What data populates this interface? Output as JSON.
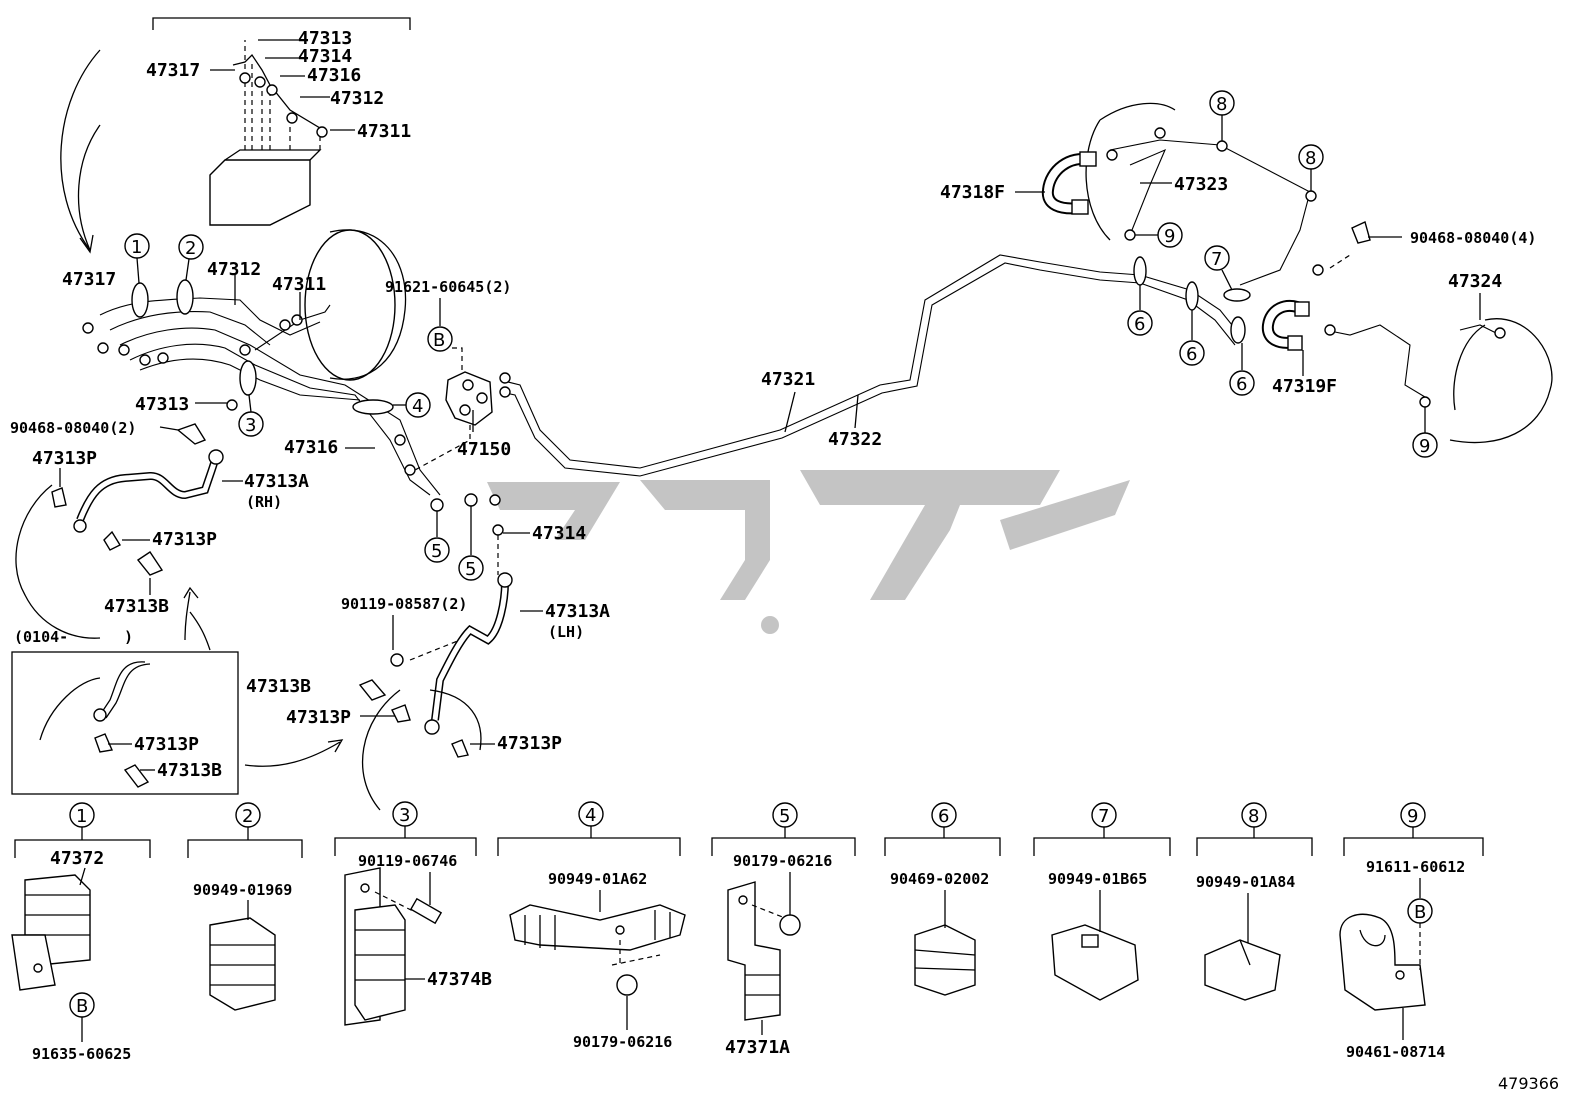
{
  "labels": {
    "abs_47313": "47313",
    "abs_47314": "47314",
    "abs_47317": "47317",
    "abs_47316": "47316",
    "abs_47312": "47312",
    "abs_47311": "47311",
    "l_47317": "47317",
    "l_47312": "47312",
    "l_47311": "47311",
    "l_91621": "91621-60645(2)",
    "l_47313": "47313",
    "l_90468a": "90468-08040(2)",
    "l_47316": "47316",
    "l_47150": "47150",
    "l_47313P_1": "47313P",
    "l_47313A_rh": "47313A",
    "rh": "(RH)",
    "l_47313P_2": "47313P",
    "l_47313B_1": "47313B",
    "l_0104": "(0104-",
    "l_0104_close": ")",
    "l_47313P_3": "47313P",
    "l_47313B_2": "47313B",
    "l_47314": "47314",
    "l_90119a": "90119-08587(2)",
    "l_47313A_lh": "47313A",
    "lh": "(LH)",
    "l_47313B_3": "47313B",
    "l_47313P_4": "47313P",
    "l_47313P_5": "47313P",
    "l_47321": "47321",
    "l_47322": "47322",
    "l_47318F": "47318F",
    "l_47323": "47323",
    "l_90468b": "90468-08040(4)",
    "l_47324": "47324",
    "l_47319F": "47319F",
    "d1_part": "47372",
    "d1_bottom": "91635-60625",
    "d2_part": "90949-01969",
    "d3_part": "90119-06746",
    "d3_part2": "47374B",
    "d4_part": "90949-01A62",
    "d4_bottom": "90179-06216",
    "d5_part": "90179-06216",
    "d5_bottom": "47371A",
    "d6_part": "90469-02002",
    "d7_part": "90949-01B65",
    "d8_part": "90949-01A84",
    "d9_part": "91611-60612",
    "d9_bottom": "90461-08714",
    "figure_no": "479366"
  },
  "callouts": {
    "c1": "1",
    "c2": "2",
    "c3": "3",
    "c4": "4",
    "c5a": "5",
    "c5b": "5",
    "c6a": "6",
    "c6b": "6",
    "c6c": "6",
    "c7": "7",
    "c8a": "8",
    "c8b": "8",
    "c9a": "9",
    "c9b": "9",
    "cBa": "B",
    "d1": "1",
    "d2": "2",
    "d3": "3",
    "d4": "4",
    "d5": "5",
    "d6": "6",
    "d7": "7",
    "d8": "8",
    "d9": "9",
    "dB1": "B",
    "dB9": "B"
  }
}
